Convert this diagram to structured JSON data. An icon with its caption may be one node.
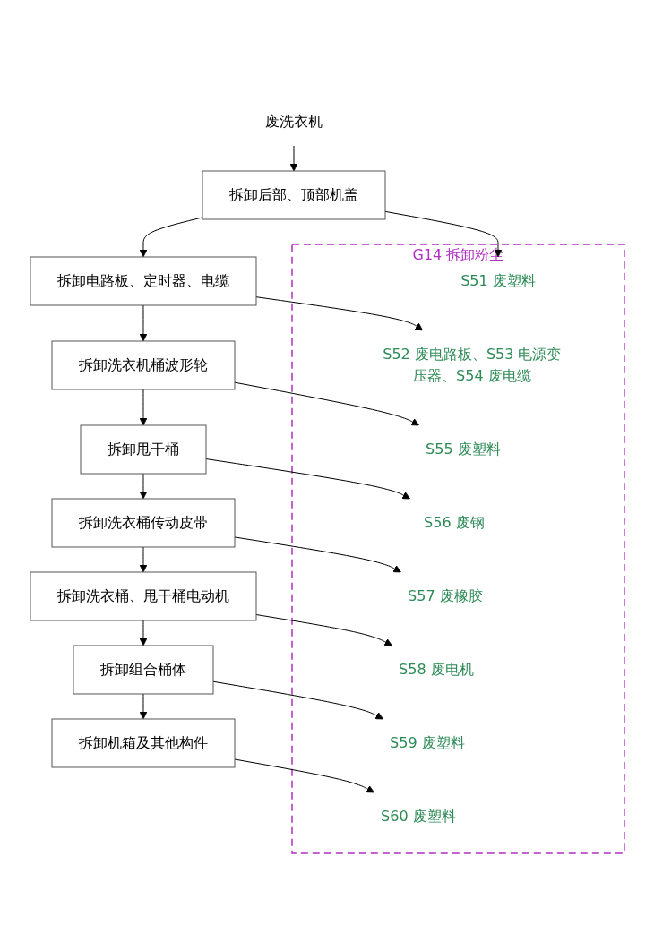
{
  "diagram": {
    "nodes": [
      {
        "text": [
          "废洗衣机"
        ]
      },
      {
        "text": [
          "G14 拆卸粉尘"
        ]
      },
      {
        "text": [
          "拆卸后部、顶部机盖"
        ]
      },
      {
        "text": [
          "S51 废塑料"
        ],
        "in": 1
      },
      {
        "text": [
          "拆卸电路板、定时器、电缆"
        ]
      },
      {
        "text": [
          "S52 废电路板、S53 电源变压器、S54 废电缆"
        ],
        "in": 1
      },
      {
        "text": [
          "拆卸洗衣机桶波形轮"
        ]
      },
      {
        "text": [
          "S55 废塑料"
        ],
        "in": 1
      },
      {
        "text": [
          "拆卸甩干桶"
        ]
      },
      {
        "text": [
          "S56 废钢"
        ],
        "in": 1
      },
      {
        "text": [
          "拆卸洗衣桶传动皮带"
        ]
      },
      {
        "text": [
          "S57 废橡胶"
        ],
        "in": 1
      },
      {
        "text": [
          "拆卸洗衣桶、甩干桶电动机"
        ]
      },
      {
        "text": [
          "S58 废电机"
        ],
        "in": 1
      },
      {
        "text": [
          "拆卸组合桶体"
        ]
      },
      {
        "text": [
          "S59 废塑料"
        ],
        "in": 1
      },
      {
        "text": [
          "拆卸机箱及其他构件"
        ]
      },
      {
        "text": [
          "S60 废塑料"
        ],
        "in": 1
      }
    ],
    "edges": [
      {
        "from": 0,
        "to": 2,
        "arrow": "to"
      },
      {
        "from": 2,
        "to": 3,
        "arrow": "to"
      },
      {
        "from": 2,
        "to": 4,
        "arrow": "to"
      },
      {
        "from": 4,
        "to": 5,
        "arrow": "to"
      },
      {
        "from": 4,
        "to": 6,
        "arrow": "to"
      },
      {
        "from": 6,
        "to": 7,
        "arrow": "to"
      },
      {
        "from": 6,
        "to": 8,
        "arrow": "to"
      },
      {
        "from": 8,
        "to": 9,
        "arrow": "to"
      },
      {
        "from": 8,
        "to": 10,
        "arrow": "to"
      },
      {
        "from": 10,
        "to": 11,
        "arrow": "to"
      },
      {
        "from": 10,
        "to": 12,
        "arrow": "to"
      },
      {
        "from": 12,
        "to": 13,
        "arrow": "to"
      },
      {
        "from": 12,
        "to": 14,
        "arrow": "to"
      },
      {
        "from": 14,
        "to": 15,
        "arrow": "to"
      },
      {
        "from": 14,
        "to": 16,
        "arrow": "to"
      },
      {
        "from": 16,
        "to": 17,
        "arrow": "to"
      }
    ]
  }
}
